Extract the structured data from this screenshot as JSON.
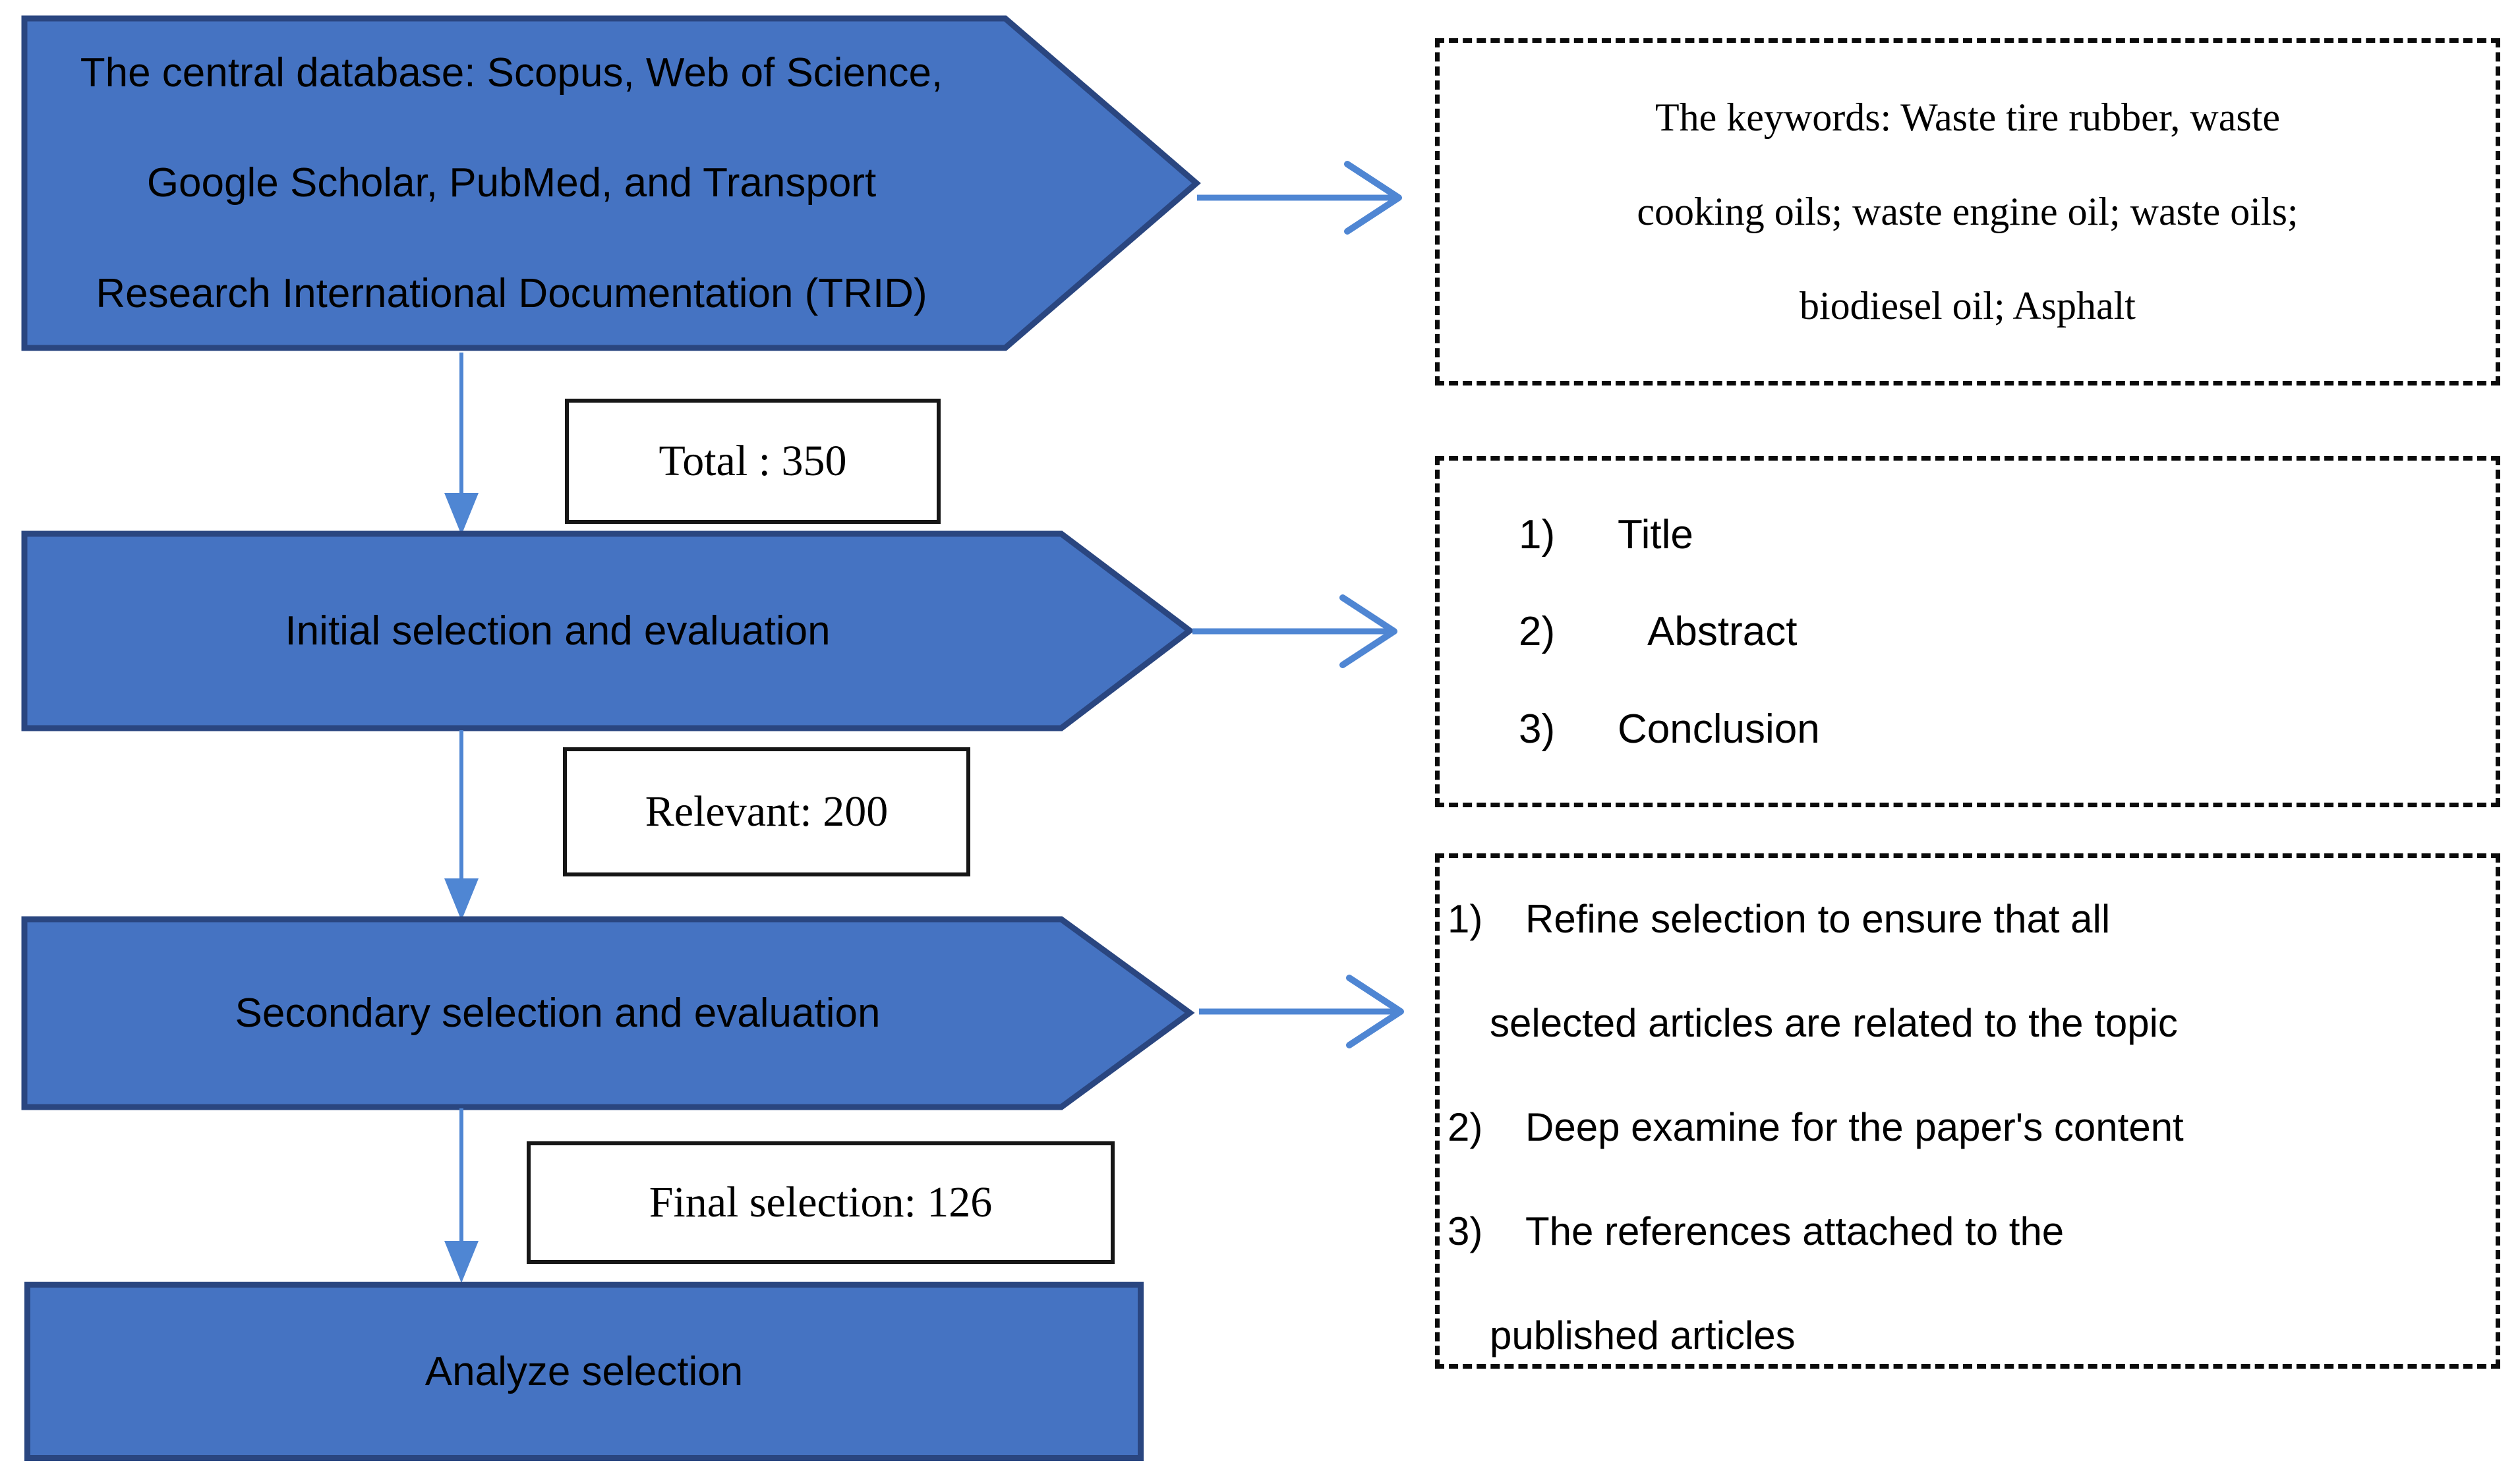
{
  "palette": {
    "shape_fill": "#4573C2",
    "shape_border": "#2A4680",
    "arrow_blue": "#4F86D3",
    "note_border": "#0B0B0B",
    "count_border": "#161616",
    "text": "#000000",
    "background": "#FFFFFF"
  },
  "flow": {
    "database": {
      "lines": [
        "The central database: Scopus, Web of Science,",
        "Google Scholar, PubMed, and Transport",
        "Research International Documentation (TRID)"
      ]
    },
    "total_label": "Total : 350",
    "initial_label": "Initial selection and evaluation",
    "relevant_label": "Relevant: 200",
    "secondary_label": "Secondary selection and evaluation",
    "final_label": "Final selection: 126",
    "analyze_label": "Analyze selection"
  },
  "notes": {
    "keywords": {
      "lines": [
        "The keywords: Waste tire rubber, waste",
        "cooking oils; waste engine oil; waste oils;",
        "biodiesel oil; Asphalt"
      ]
    },
    "criteria": {
      "items": [
        {
          "num": "1)",
          "text": "Title"
        },
        {
          "num": "2)",
          "text": "Abstract"
        },
        {
          "num": "3)",
          "text": "Conclusion"
        }
      ]
    },
    "refine": {
      "lines": [
        {
          "num": "1)",
          "text": "Refine selection to ensure that all"
        },
        {
          "text": "selected articles are related to the topic"
        },
        {
          "num": "2)",
          "text": "Deep examine for the paper's content"
        },
        {
          "num": "3)",
          "text": "The references attached to the"
        },
        {
          "text": "published articles"
        }
      ]
    }
  }
}
